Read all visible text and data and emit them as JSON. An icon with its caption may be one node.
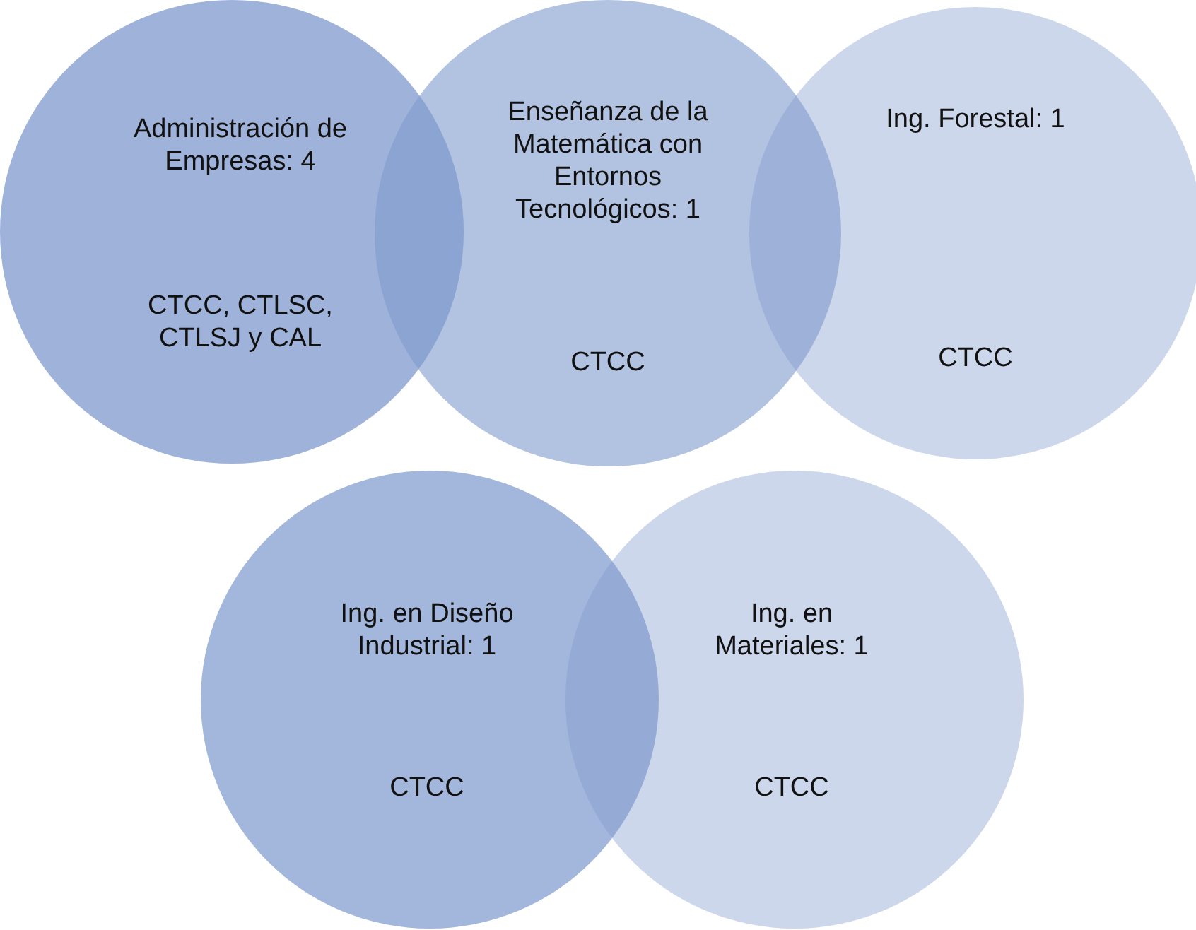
{
  "diagram": {
    "nodes": [
      {
        "text": [
          "Administración de Empresas: 4",
          "CTCC, CTLSC, CTLSJ y CAL"
        ]
      },
      {
        "text": [
          "Enseñanza de la Matemática con Entornos Tecnológicos: 1",
          "CTCC"
        ]
      },
      {
        "text": [
          "Ing. Forestal: 1",
          "CTCC"
        ]
      },
      {
        "text": [
          "Ing. en Diseño Industrial: 1",
          "CTCC"
        ]
      },
      {
        "text": [
          "Ing. en Materiales: 1",
          "CTCC"
        ]
      }
    ]
  }
}
